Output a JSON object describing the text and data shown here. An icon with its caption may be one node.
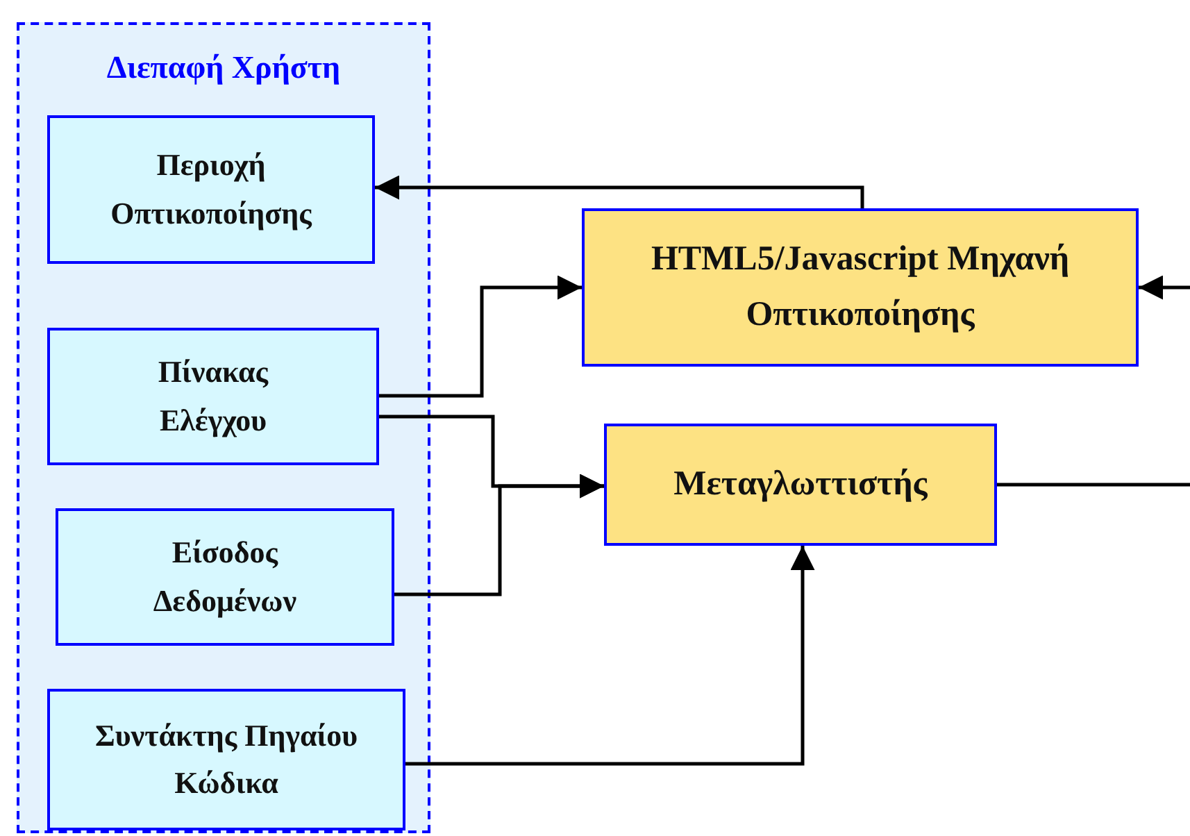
{
  "diagram": {
    "nodes": [
      {
        "text": [
          "Διεπαφή Χρήστη"
        ]
      },
      {
        "text": [
          "Περιοχή Οπτικοποίησης"
        ],
        "in": 0
      },
      {
        "text": [
          "Πίνακας Ελέγχου"
        ],
        "in": 0
      },
      {
        "text": [
          "Είσοδος Δεδομένων"
        ],
        "in": 0
      },
      {
        "text": [
          "Συντάκτης Πηγαίου Κώδικα"
        ],
        "in": 0
      },
      {
        "text": [
          "HTML5/Javascript Μηχανή Οπτικοποίησης"
        ]
      },
      {
        "text": [
          "Μεταγλωττιστής"
        ]
      }
    ],
    "edges": [
      {
        "from": 5,
        "to": 1,
        "arrow": "to"
      },
      {
        "from": 2,
        "to": 5,
        "arrow": "to"
      },
      {
        "from": 2,
        "to": 6,
        "arrow": "to"
      },
      {
        "from": 3,
        "to": 6,
        "arrow": "to"
      },
      {
        "from": 4,
        "to": 6,
        "arrow": "to"
      },
      {
        "from": null,
        "to": 5,
        "arrow": "to"
      },
      {
        "from": 6,
        "to": null,
        "arrow": "none"
      }
    ]
  }
}
